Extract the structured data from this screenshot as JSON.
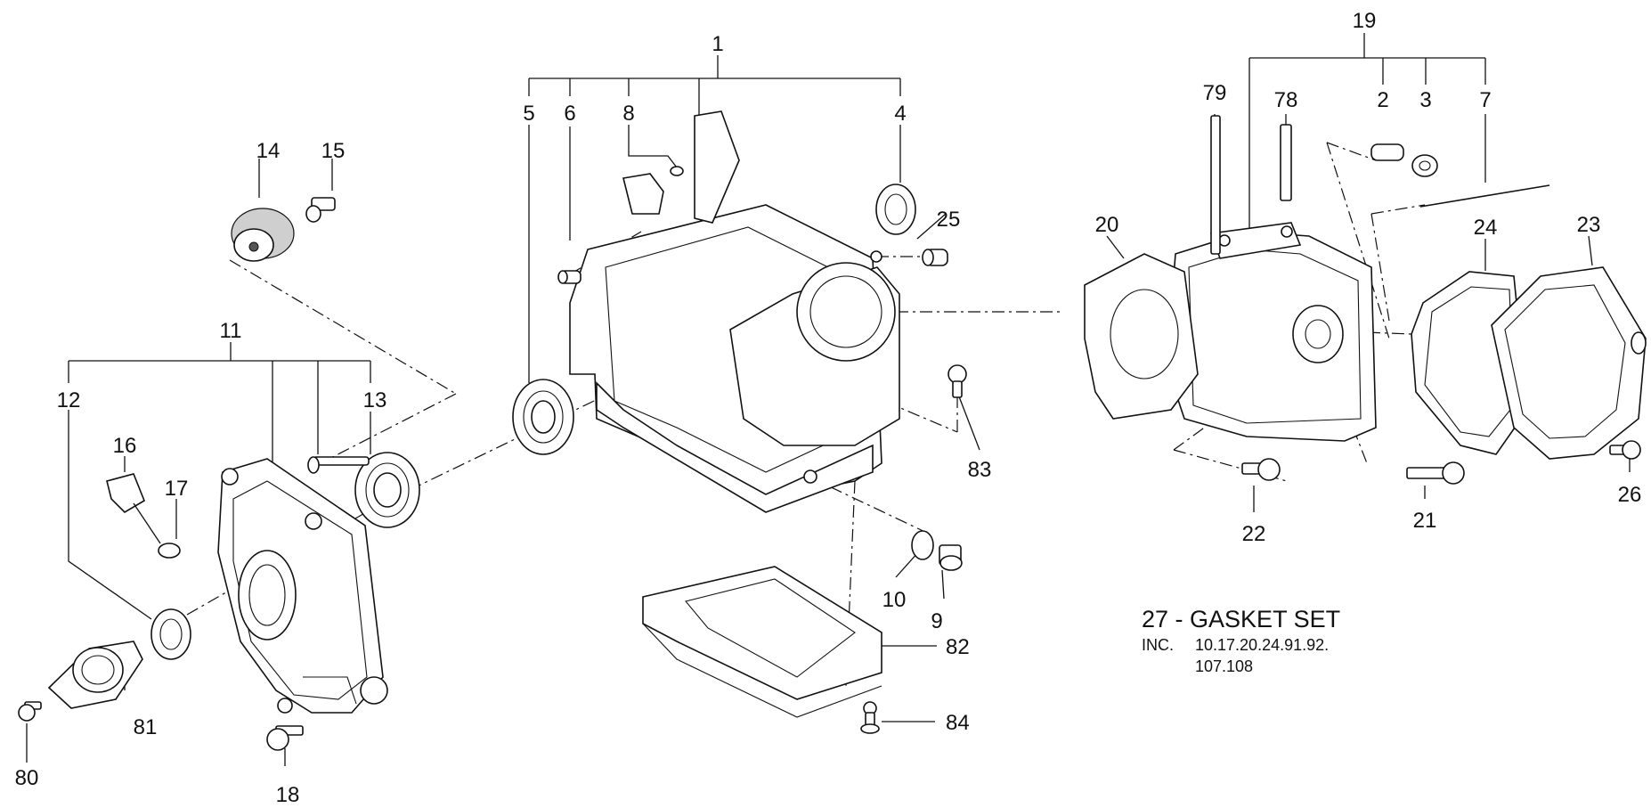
{
  "labels": {
    "p1": "1",
    "p2": "2",
    "p3": "3",
    "p4": "4",
    "p5": "5",
    "p6": "6",
    "p7": "7",
    "p8": "8",
    "p9": "9",
    "p10": "10",
    "p11": "11",
    "p12": "12",
    "p13": "13",
    "p14": "14",
    "p15": "15",
    "p16": "16",
    "p17": "17",
    "p18": "18",
    "p19": "19",
    "p20": "20",
    "p21": "21",
    "p22": "22",
    "p23": "23",
    "p24": "24",
    "p25": "25",
    "p26": "26",
    "p78": "78",
    "p79": "79",
    "p80": "80",
    "p81": "81",
    "p82": "82",
    "p83": "83",
    "p84": "84"
  },
  "note": {
    "title": "27 - GASKET SET",
    "inc_prefix": "INC.",
    "inc_line1": "10.17.20.24.91.92.",
    "inc_line2": "107.108"
  }
}
